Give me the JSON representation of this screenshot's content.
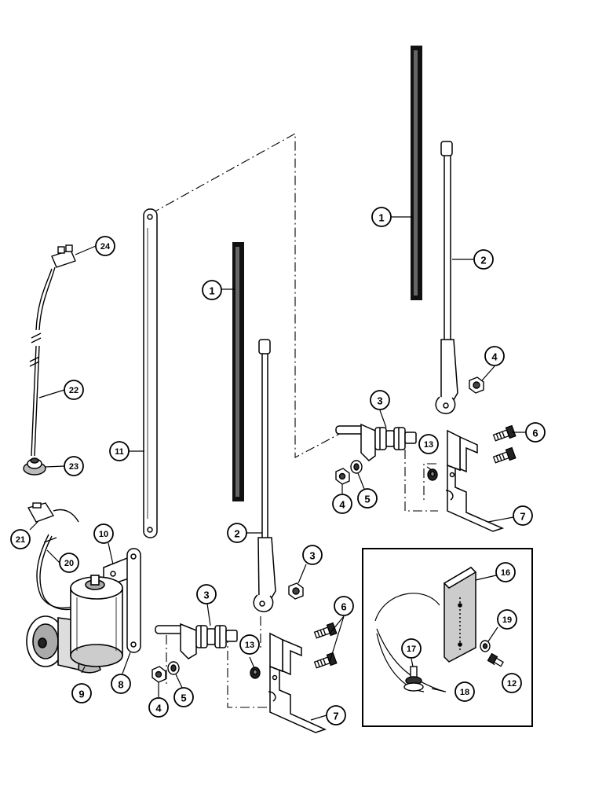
{
  "diagram": {
    "callouts": [
      {
        "id": "c1a",
        "label": "1"
      },
      {
        "id": "c1b",
        "label": "1"
      },
      {
        "id": "c2a",
        "label": "2"
      },
      {
        "id": "c2b",
        "label": "2"
      },
      {
        "id": "c3a",
        "label": "3"
      },
      {
        "id": "c3b",
        "label": "3"
      },
      {
        "id": "c3c",
        "label": "3"
      },
      {
        "id": "c4a",
        "label": "4"
      },
      {
        "id": "c4b",
        "label": "4"
      },
      {
        "id": "c4c",
        "label": "4"
      },
      {
        "id": "c5a",
        "label": "5"
      },
      {
        "id": "c5b",
        "label": "5"
      },
      {
        "id": "c6a",
        "label": "6"
      },
      {
        "id": "c6b",
        "label": "6"
      },
      {
        "id": "c7a",
        "label": "7"
      },
      {
        "id": "c7b",
        "label": "7"
      },
      {
        "id": "c8",
        "label": "8"
      },
      {
        "id": "c9",
        "label": "9"
      },
      {
        "id": "c10",
        "label": "10"
      },
      {
        "id": "c11",
        "label": "11"
      },
      {
        "id": "c12",
        "label": "12"
      },
      {
        "id": "c13a",
        "label": "13"
      },
      {
        "id": "c13b",
        "label": "13"
      },
      {
        "id": "c16",
        "label": "16"
      },
      {
        "id": "c17",
        "label": "17"
      },
      {
        "id": "c18",
        "label": "18"
      },
      {
        "id": "c19",
        "label": "19"
      },
      {
        "id": "c20",
        "label": "20"
      },
      {
        "id": "c21",
        "label": "21"
      },
      {
        "id": "c22",
        "label": "22"
      },
      {
        "id": "c23",
        "label": "23"
      },
      {
        "id": "c24",
        "label": "24"
      }
    ]
  }
}
